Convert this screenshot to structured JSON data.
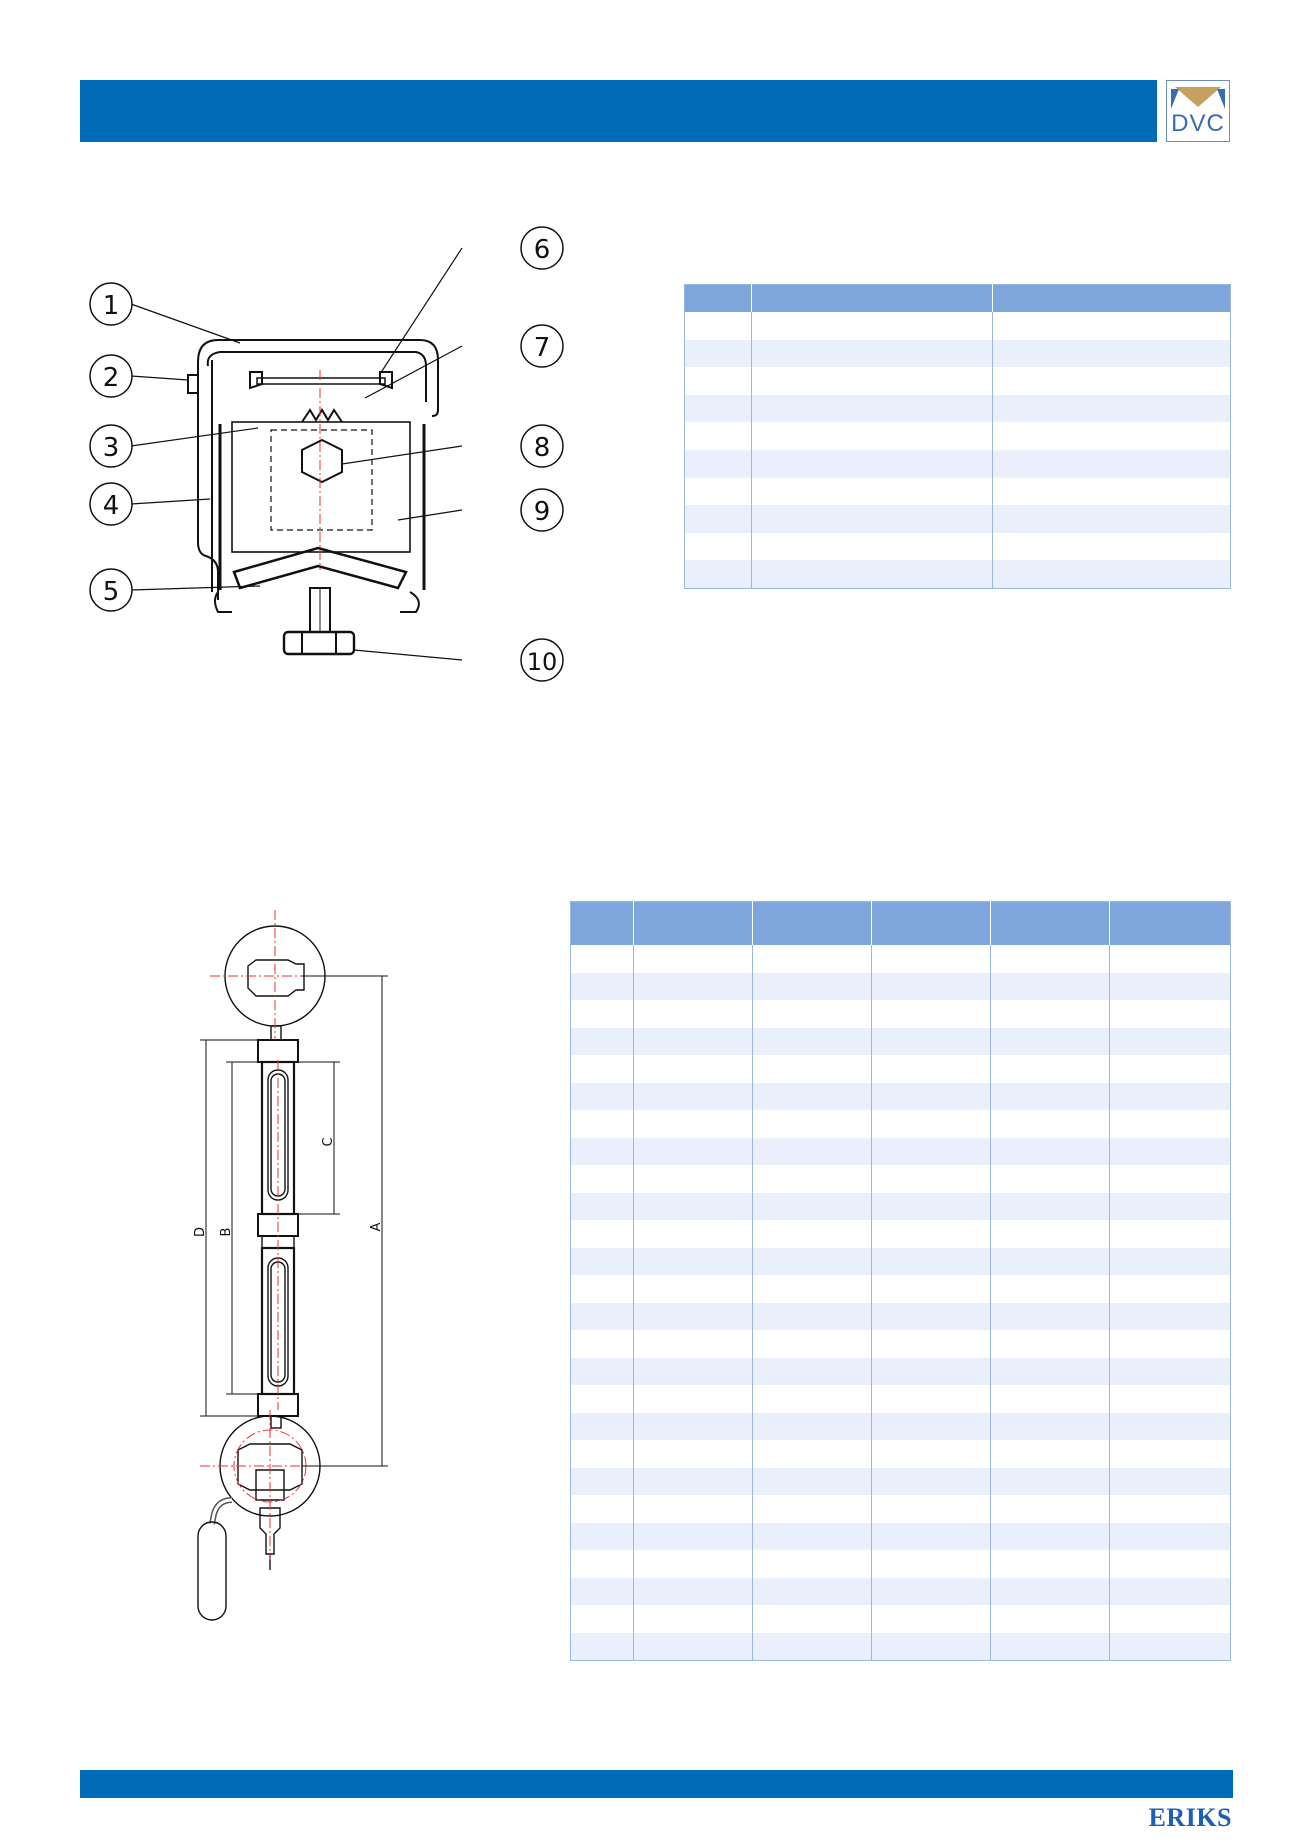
{
  "header": {
    "logo_text": "DVC"
  },
  "footer": {
    "brand": "ERIKS"
  },
  "clamp_drawing": {
    "callouts": [
      "1",
      "2",
      "3",
      "4",
      "5",
      "6",
      "7",
      "8",
      "9",
      "10"
    ]
  },
  "gauge_drawing": {
    "dimension_labels": [
      "A",
      "B",
      "C",
      "D"
    ]
  },
  "parts_table": {
    "columns": 3,
    "rows": 10
  },
  "dimensions_table": {
    "columns": 6,
    "rows": 26
  },
  "colors": {
    "header_blue": "#006bb6",
    "table_header": "#7ea6dc",
    "table_stripe": "#e9f0fb",
    "centerline_red": "#e8323c"
  }
}
